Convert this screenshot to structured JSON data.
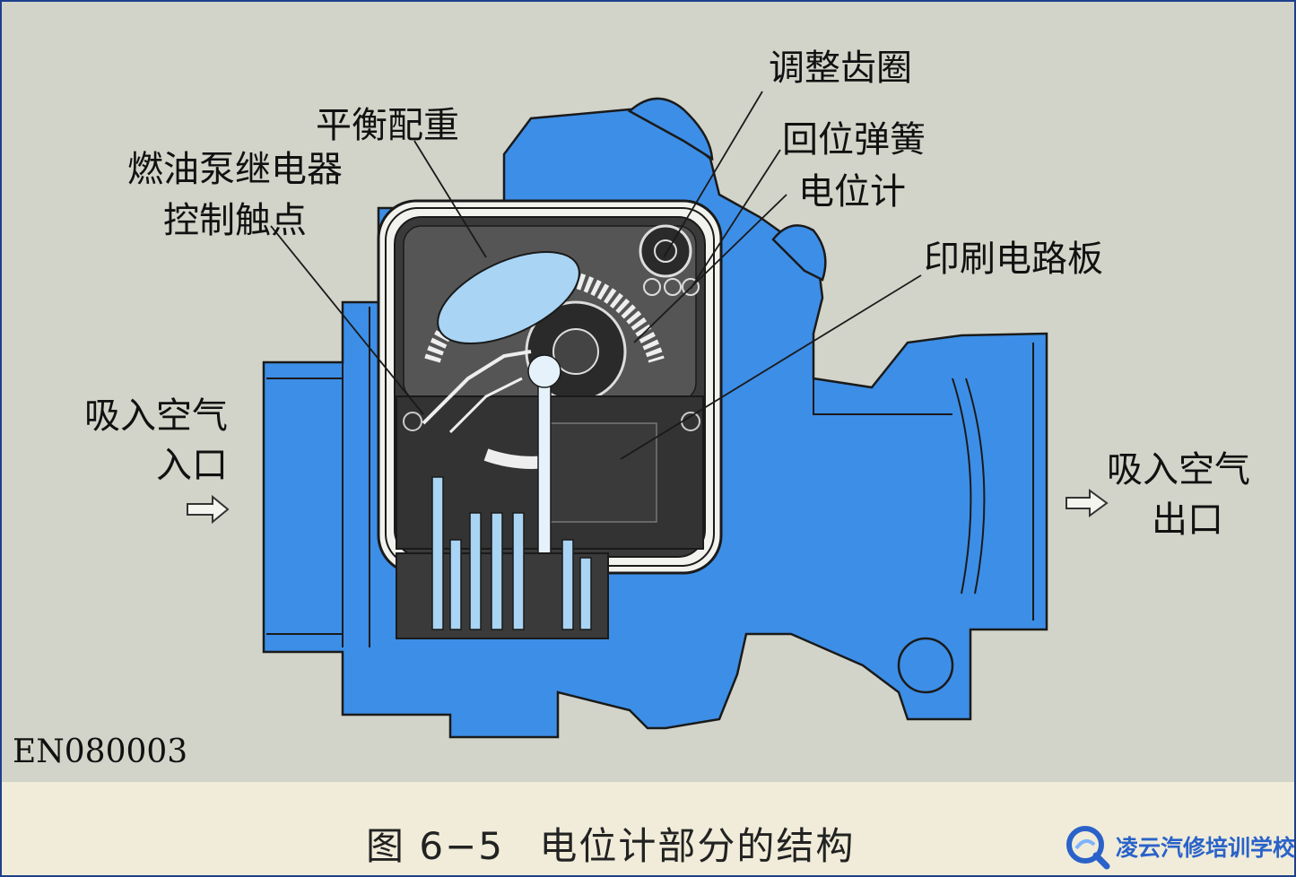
{
  "labels": {
    "adjust_ring": "调整齿圈",
    "counterweight": "平衡配重",
    "return_spring": "回位弹簧",
    "fuel_pump_relay_1": "燃油泵继电器",
    "fuel_pump_relay_2": "控制触点",
    "potentiometer": "电位计",
    "pcb": "印刷电路板",
    "air_in_1": "吸入空气",
    "air_in_2": "入口",
    "air_out_1": "吸入空气",
    "air_out_2": "出口"
  },
  "figure_code": "EN080003",
  "caption": {
    "number": "图 6−5",
    "title": "电位计部分的结构"
  },
  "watermark": {
    "text": "凌云汽修培训学校",
    "icon": "magnifier-logo-icon"
  },
  "colors": {
    "housing_blue": "#3d8ee6",
    "outline": "#1a1a1a",
    "figure_bg": "#d2d4c9",
    "page_bg": "#f0ecd9",
    "watermark_blue": "#2a62c9"
  }
}
